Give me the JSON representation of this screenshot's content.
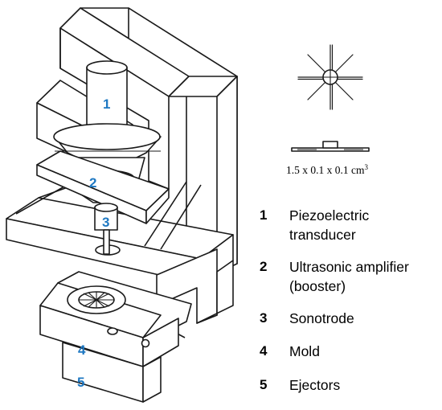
{
  "diagram": {
    "callouts": [
      "1",
      "2",
      "3",
      "4",
      "5"
    ],
    "specimen_dimensions": "1.5 x 0.1 x 0.1 cm",
    "specimen_dimensions_exponent": "3",
    "colors": {
      "callout": "#1e78c2",
      "line": "#1a1a1a",
      "background": "#ffffff"
    }
  },
  "legend": [
    {
      "number": "1",
      "label": "Piezoelectric transducer"
    },
    {
      "number": "2",
      "label": "Ultrasonic amplifier (booster)"
    },
    {
      "number": "3",
      "label": "Sonotrode"
    },
    {
      "number": "4",
      "label": "Mold"
    },
    {
      "number": "5",
      "label": "Ejectors"
    }
  ]
}
